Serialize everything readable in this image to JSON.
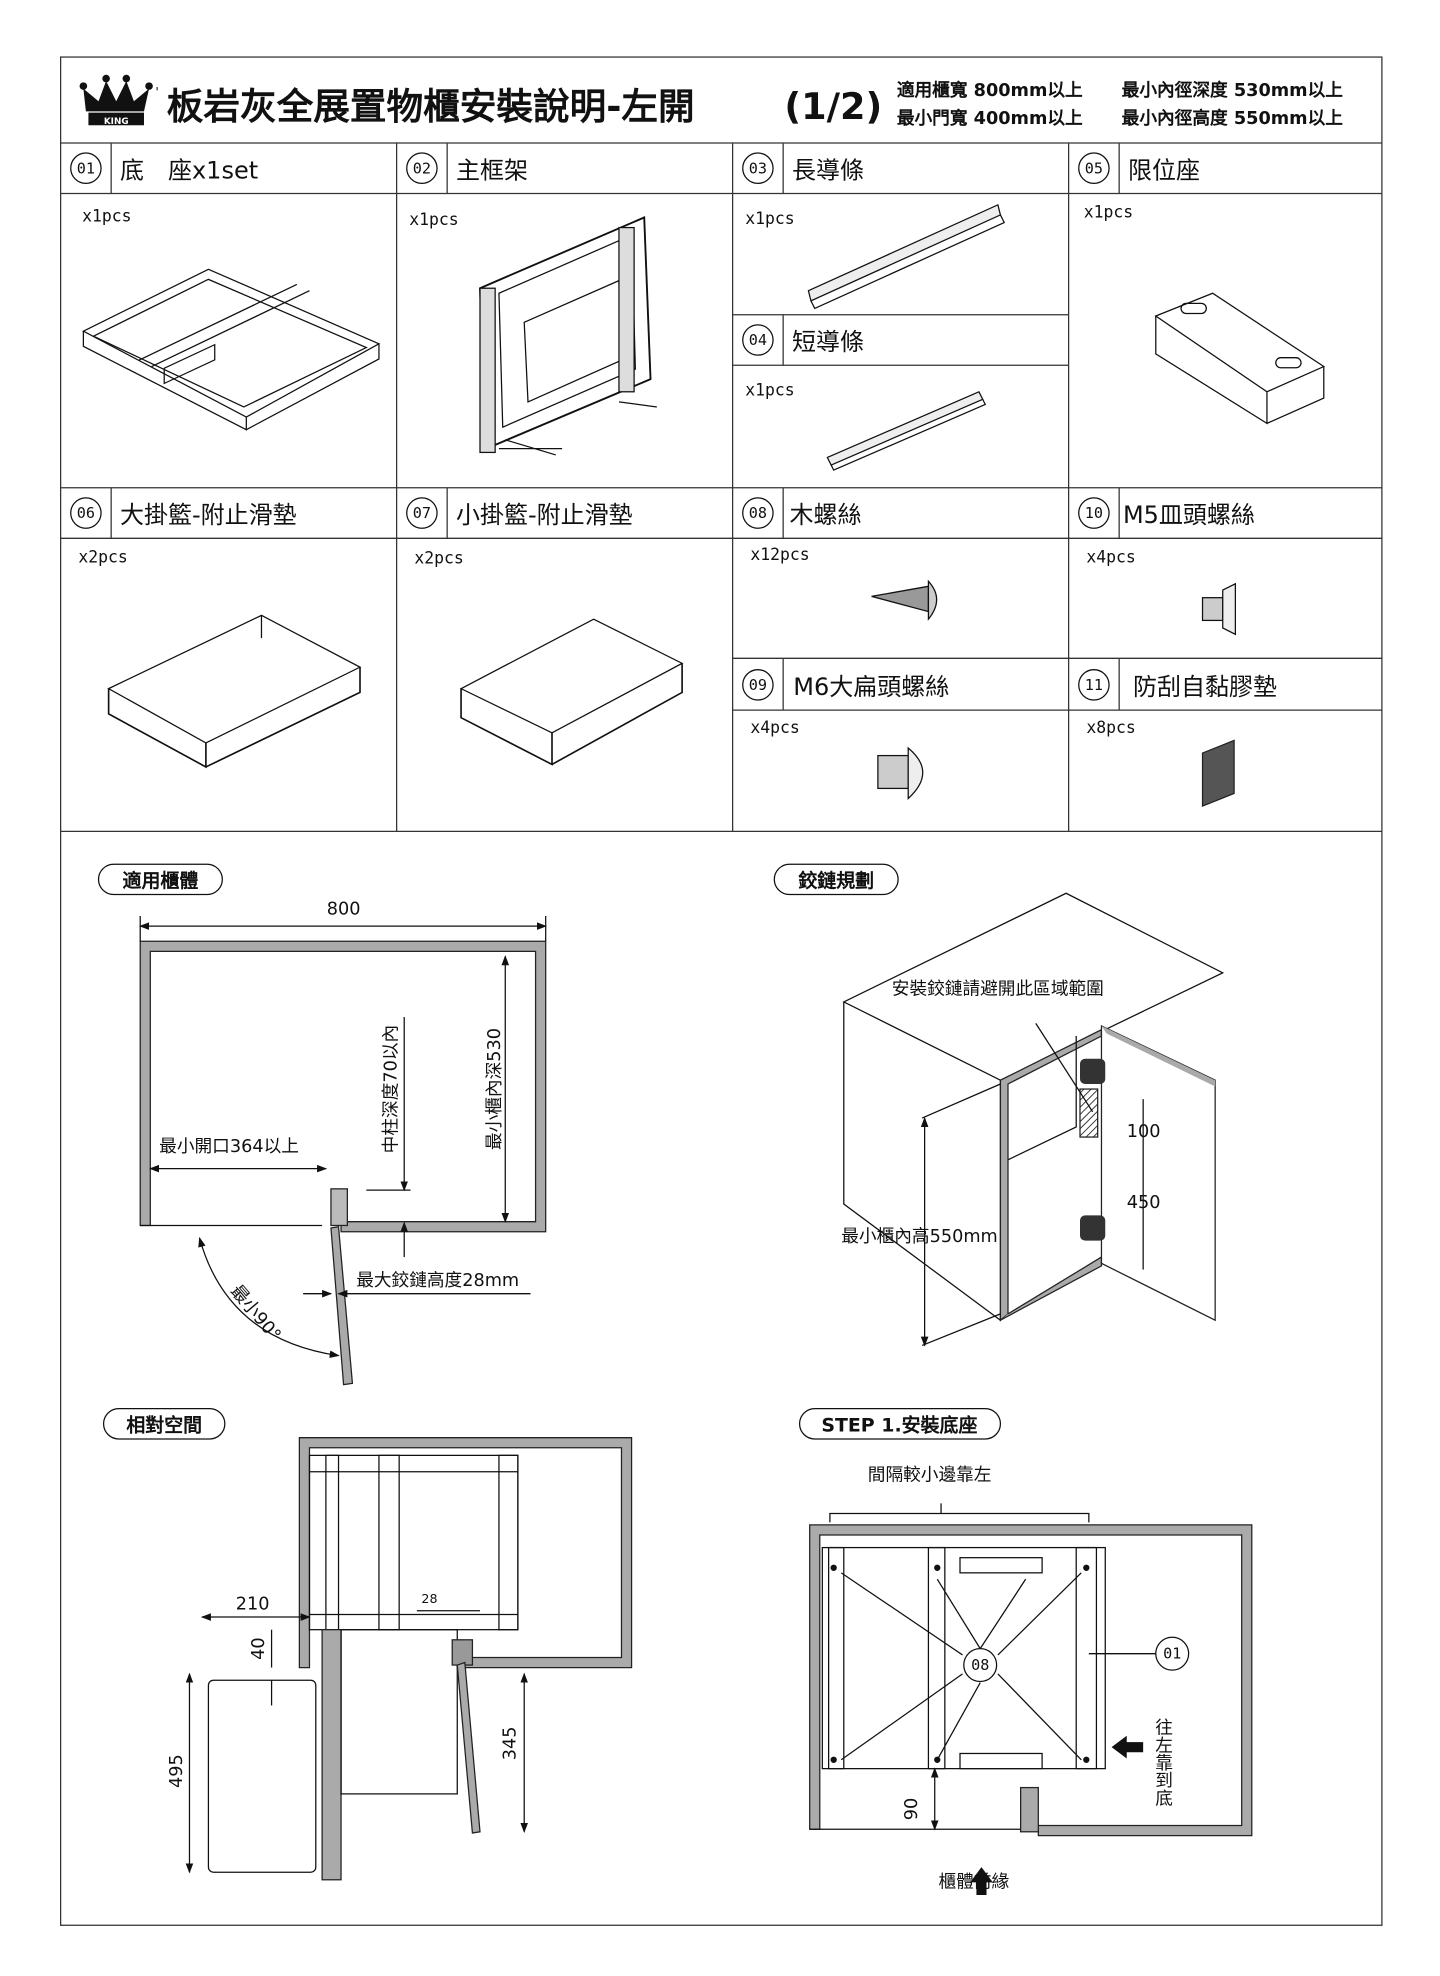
{
  "header": {
    "brand": "KING",
    "title": "板岩灰全展置物櫃安裝說明-左開",
    "page": "(1/2)",
    "specs": [
      "適用櫃寬 800mm以上",
      "最小內徑深度 530mm以上",
      "最小門寬 400mm以上",
      "最小內徑高度 550mm以上"
    ]
  },
  "parts": [
    {
      "num": "01",
      "name": "底　座x1set",
      "qty": "x1pcs"
    },
    {
      "num": "02",
      "name": "主框架",
      "qty": "x1pcs"
    },
    {
      "num": "03",
      "name": "長導條",
      "qty": "x1pcs"
    },
    {
      "num": "04",
      "name": "短導條",
      "qty": "x1pcs"
    },
    {
      "num": "05",
      "name": "限位座",
      "qty": "x1pcs"
    },
    {
      "num": "06",
      "name": "大掛籃-附止滑墊",
      "qty": "x2pcs"
    },
    {
      "num": "07",
      "name": "小掛籃-附止滑墊",
      "qty": "x2pcs"
    },
    {
      "num": "08",
      "name": "木螺絲",
      "qty": "x12pcs"
    },
    {
      "num": "09",
      "name": "M6大扁頭螺絲",
      "qty": "x4pcs"
    },
    {
      "num": "10",
      "name": "M5皿頭螺絲",
      "qty": "x4pcs"
    },
    {
      "num": "11",
      "name": "防刮自黏膠墊",
      "qty": "x8pcs"
    }
  ],
  "cabinet": {
    "title": "適用櫃體",
    "width": "800",
    "depth": "最小櫃內深530",
    "post_depth": "中柱深度70以內",
    "opening": "最小開口364以上",
    "hinge_height": "最大鉸鏈高度28mm",
    "angle": "最小90°"
  },
  "hinge": {
    "title": "鉸鏈規劃",
    "avoid": "安裝鉸鏈請避開此區域範圍",
    "d1": "100",
    "d2": "450",
    "height": "最小櫃內高550mm"
  },
  "space": {
    "title": "相對空間",
    "d210": "210",
    "d40": "40",
    "d28": "28",
    "d345": "345",
    "d495": "495"
  },
  "step1": {
    "title": "STEP 1.安裝底座",
    "note": "間隔較小邊靠左",
    "screw_num": "08",
    "base_num": "01",
    "push": "往左靠到底",
    "d90": "90",
    "front": "櫃體前緣"
  }
}
